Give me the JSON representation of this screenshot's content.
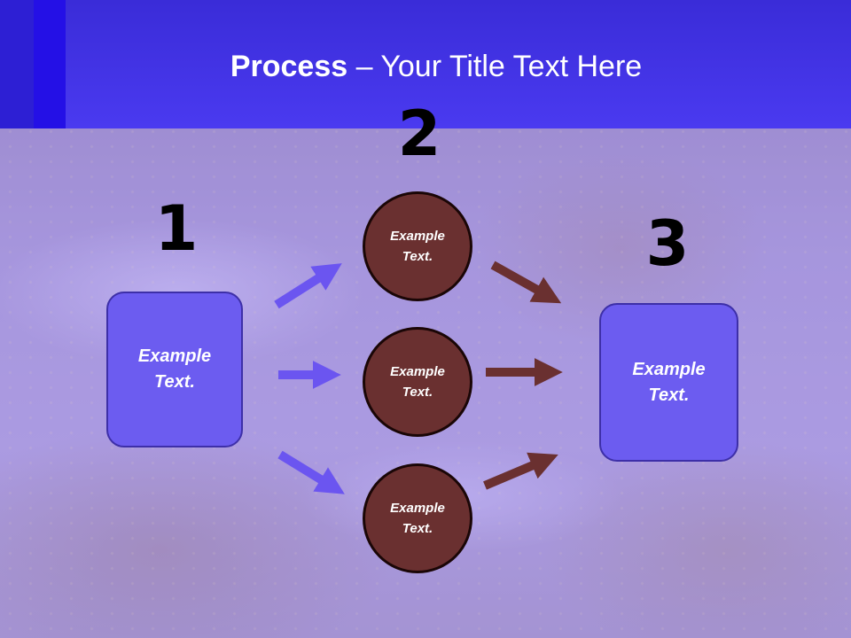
{
  "title": {
    "bold": "Process",
    "rest": " – Your Title Text Here"
  },
  "steps": [
    {
      "number": "1",
      "label": "Example Text."
    },
    {
      "number": "2",
      "items": [
        "Example Text.",
        "Example Text.",
        "Example Text."
      ]
    },
    {
      "number": "3",
      "label": "Example Text."
    }
  ],
  "colors": {
    "header": "#4a3af0",
    "box_fill": "#6c5cf0",
    "circle_fill": "#6a3030",
    "arrow_blue": "#6b55f0",
    "arrow_brown": "#6a3030"
  }
}
